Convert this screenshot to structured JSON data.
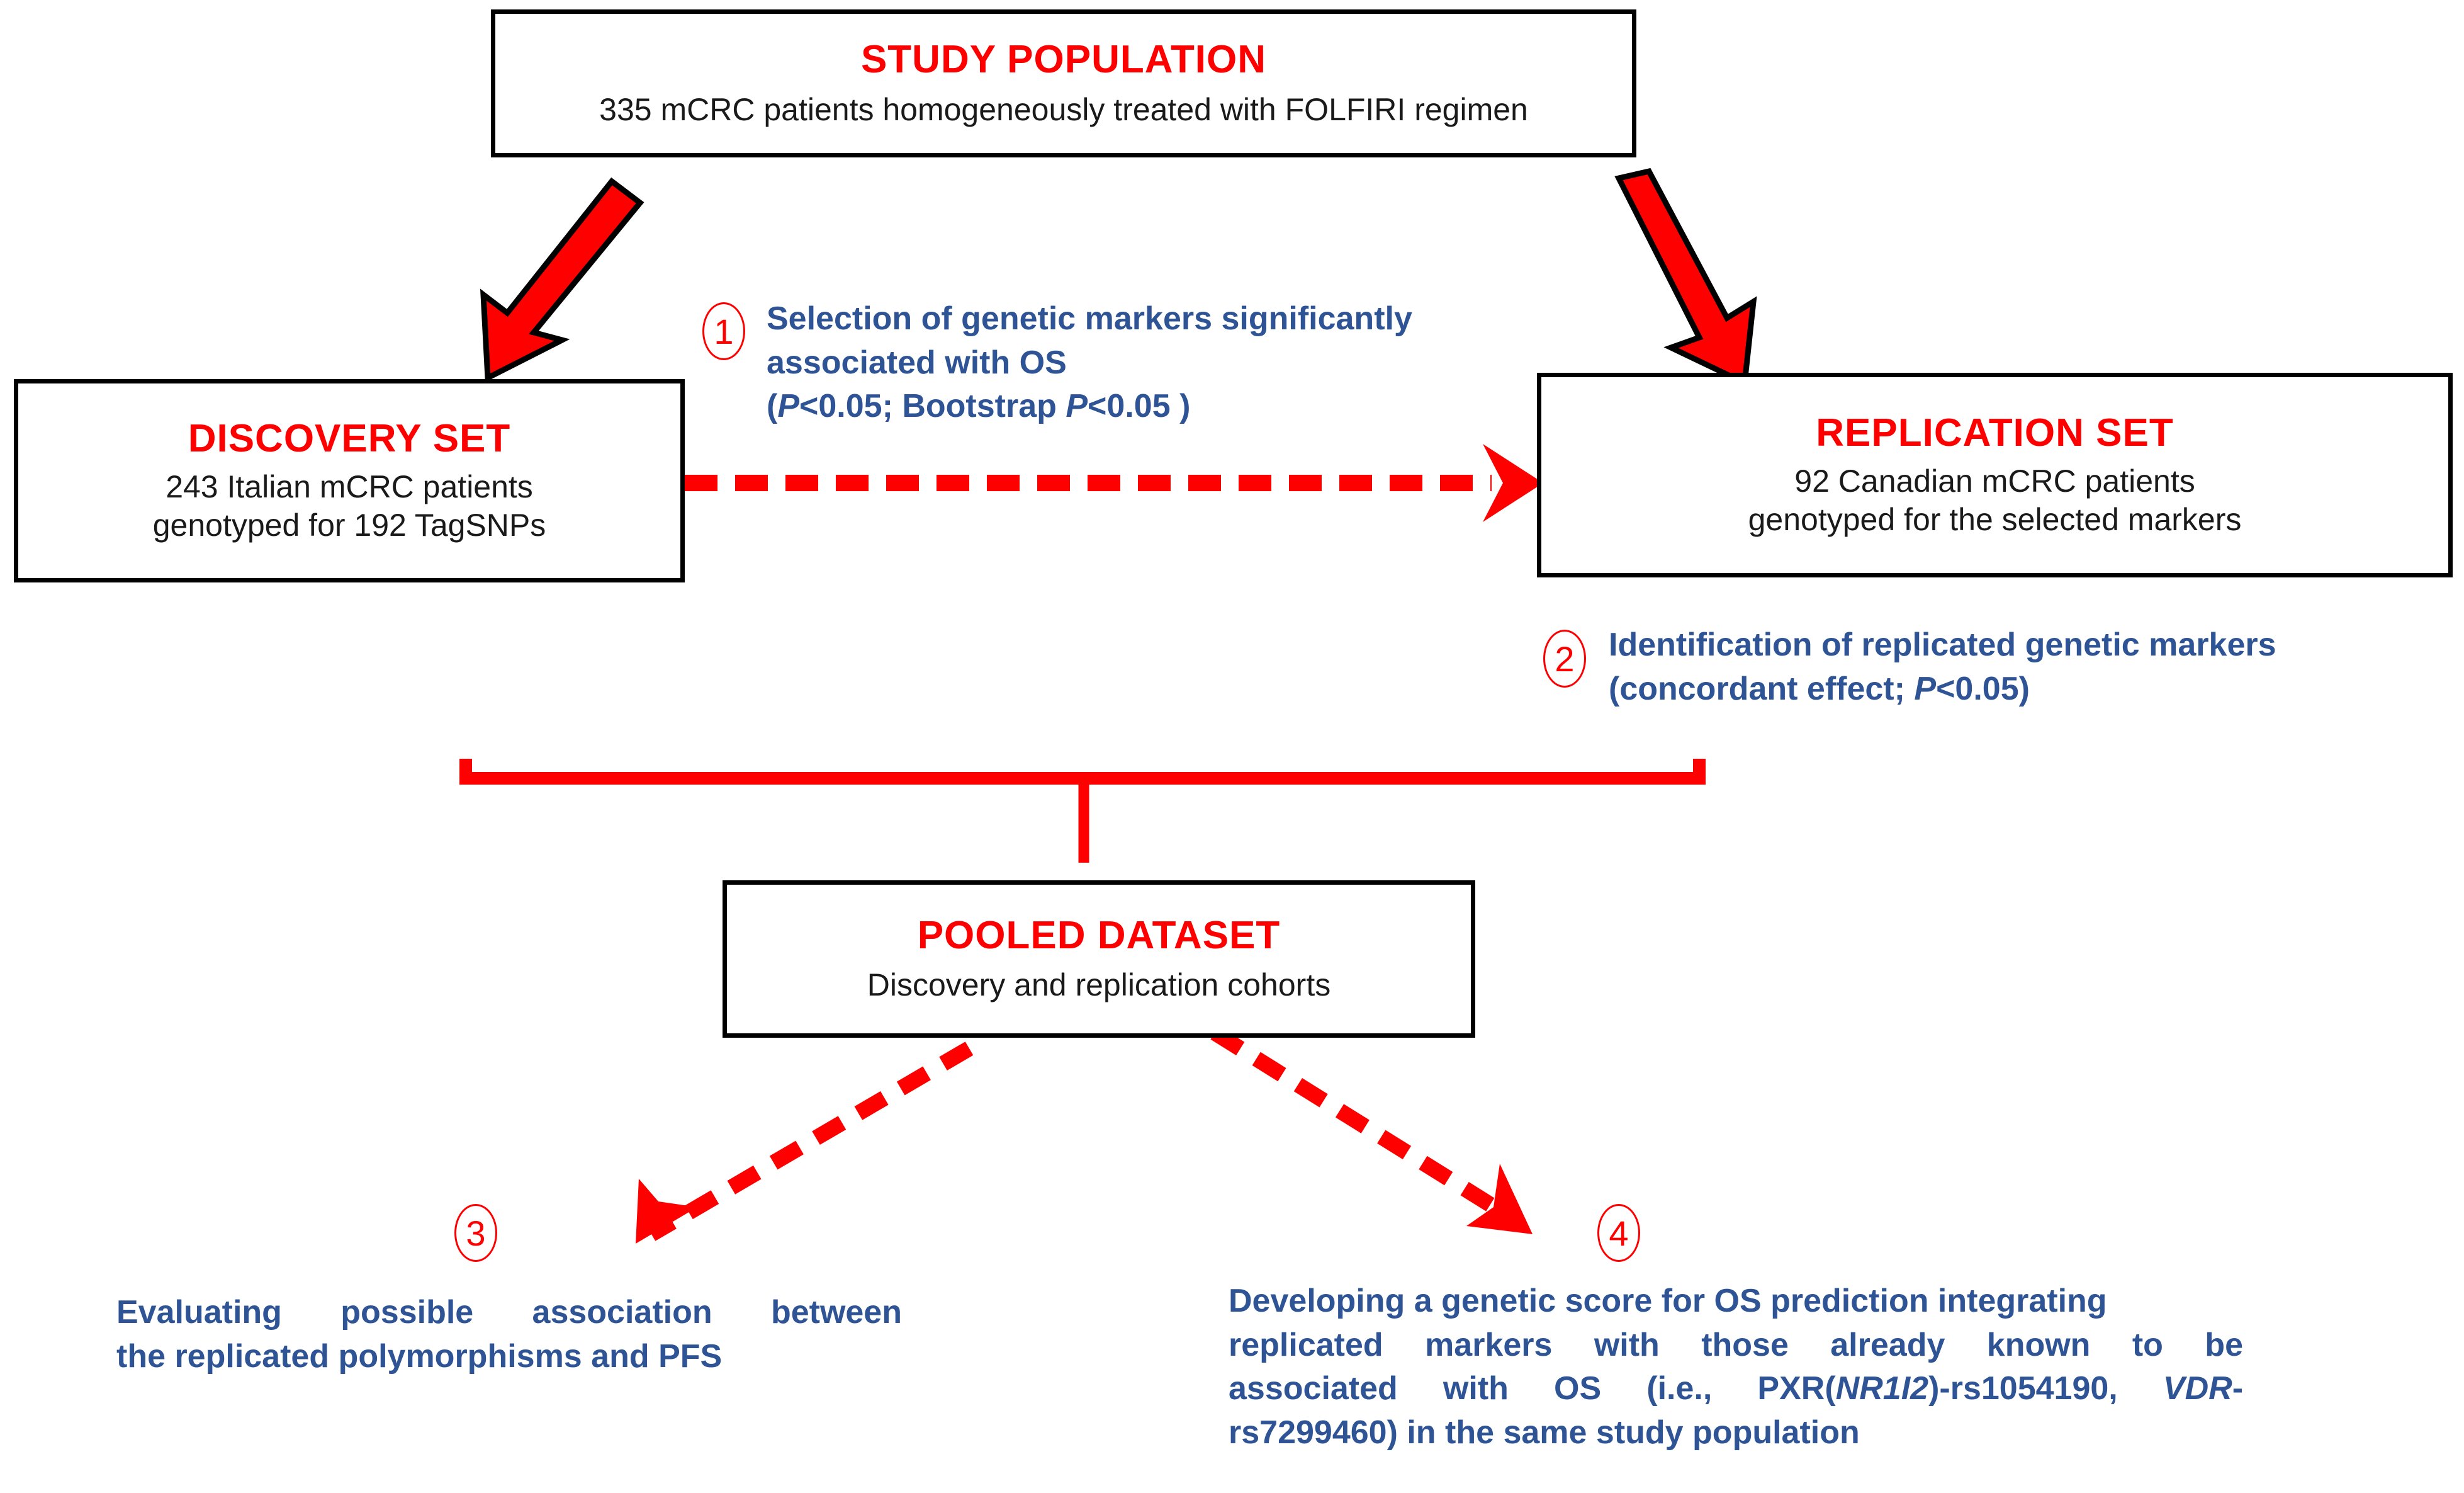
{
  "figure": {
    "type": "study-design-flowchart",
    "colors": {
      "title_red": "#ff0000",
      "annotation_blue": "#2e5496",
      "body_black": "#1a1a1a",
      "arrow_red": "#ff0000",
      "box_border": "#000000",
      "background": "#ffffff"
    }
  },
  "boxes": {
    "study_population": {
      "title": "STUDY POPULATION",
      "subtitle": "335 mCRC patients homogeneously treated with FOLFIRI regimen"
    },
    "discovery_set": {
      "title": "DISCOVERY SET",
      "line1": "243 Italian mCRC patients",
      "line2": "genotyped for 192 TagSNPs"
    },
    "replication_set": {
      "title": "REPLICATION SET",
      "line1": "92 Canadian  mCRC patients",
      "line2": "genotyped for the selected markers"
    },
    "pooled_dataset": {
      "title": "POOLED  DATASET",
      "subtitle": "Discovery and replication cohorts"
    }
  },
  "annotations": [
    {
      "number": "1",
      "line1": "Selection of genetic markers significantly",
      "line2": "associated with OS",
      "line3_pre": "(",
      "line3_p1": "P",
      "line3_mid": "<0.05; Bootstrap ",
      "line3_p2": "P",
      "line3_post": "<0.05 )"
    },
    {
      "number": "2",
      "line1": "Identification of replicated genetic markers",
      "line2_pre": "(concordant effect; ",
      "line2_p": "P",
      "line2_post": "<0.05)"
    },
    {
      "number": "3",
      "line1": "Evaluating possible association between",
      "line2": "the replicated polymorphisms and PFS"
    },
    {
      "number": "4",
      "line1": "Developing a genetic score for OS prediction integrating",
      "line2": "replicated markers with those already known to be",
      "line3_pre": "associated with OS (i.e., PXR(",
      "line3_gene1": "NR1I2",
      "line3_mid": ")-rs1054190, ",
      "line3_gene2": "VDR",
      "line3_post": "-",
      "line4": "rs7299460) in the same study population"
    }
  ],
  "connectors": {
    "study_to_discovery": "thick-red-arrow-down-left",
    "study_to_replication": "thick-red-arrow-down-right",
    "discovery_to_replication": "dashed-red-arrow-right",
    "sets_to_pooled": "red-bracket-connector",
    "pooled_to_step3": "dashed-red-arrow-down-left",
    "pooled_to_step4": "dashed-red-arrow-down-right"
  }
}
